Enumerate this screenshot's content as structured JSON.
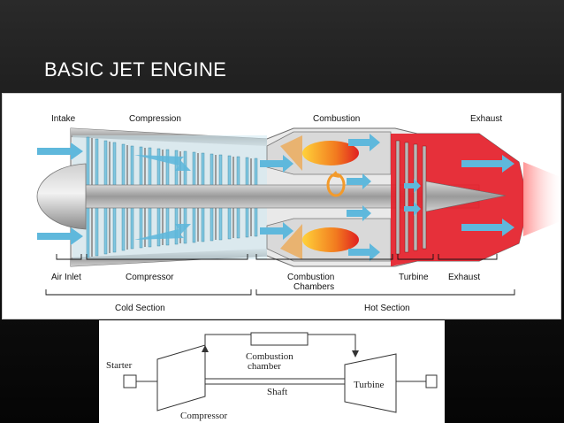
{
  "slide": {
    "title": "BASIC JET ENGINE"
  },
  "engine_diagram": {
    "top_labels": {
      "intake": "Intake",
      "compression": "Compression",
      "combustion": "Combustion",
      "exhaust": "Exhaust"
    },
    "section_labels": {
      "air_inlet": "Air Inlet",
      "compressor": "Compressor",
      "combustion_line1": "Combustion",
      "combustion_line2": "Chambers",
      "turbine": "Turbine",
      "exhaust": "Exhaust"
    },
    "group_labels": {
      "cold": "Cold Section",
      "hot": "Hot Section"
    }
  },
  "schematic": {
    "starter": "Starter",
    "combustion_line1": "Combustion",
    "combustion_line2": "chamber",
    "shaft": "Shaft",
    "turbine": "Turbine",
    "compressor": "Compressor"
  },
  "colors": {
    "airflow": "#5fb8dc",
    "compressor_blade": "#7fc6e0",
    "hot_section": "#e5202a",
    "flame": "#f39a2a"
  }
}
